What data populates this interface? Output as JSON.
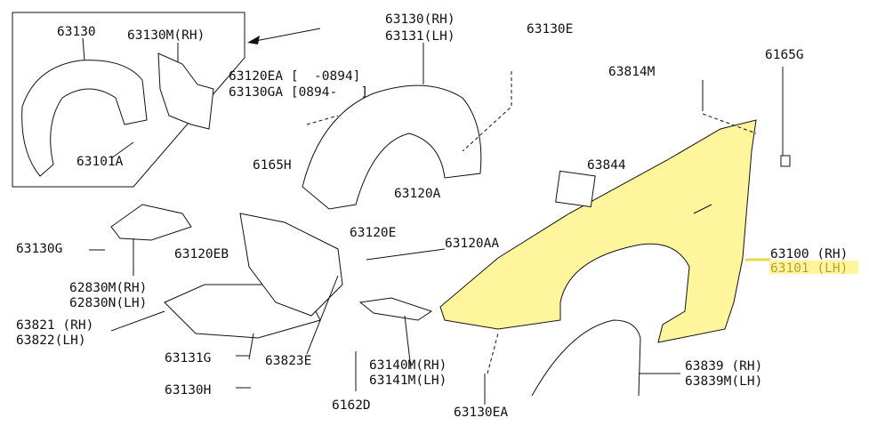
{
  "colors": {
    "highlight": "#fff59d",
    "highlight_text": "#b8a030",
    "line": "#111111"
  },
  "inset": {
    "labels": {
      "p63130": "63130",
      "p63130m": "63130M(RH)",
      "p63101a": "63101A"
    }
  },
  "labels": {
    "p63130_rh": "63130(RH)",
    "p63131_lh": "63131(LH)",
    "p63130e": "63130E",
    "p63120ea": "63120EA [  -0894]",
    "p63130ga": "63130GA [0894-   ]",
    "p63814m": "63814M",
    "p6165g": "6165G",
    "p6165h": "6165H",
    "p63844": "63844",
    "p63120a": "63120A",
    "p63120e": "63120E",
    "p63130g": "63130G",
    "p63120eb": "63120EB",
    "p63120aa": "63120AA",
    "p63100_rh": "63100 (RH)",
    "p63101_lh": "63101 (LH)",
    "p62830m": "62830M(RH)",
    "p62830n": "62830N(LH)",
    "p63821": "63821 (RH)",
    "p63822": "63822(LH)",
    "p63823e": "63823E",
    "p63131g": "63131G",
    "p63140m": "63140M(RH)",
    "p63141m": "63141M(LH)",
    "p63839": "63839 (RH)",
    "p63839m": "63839M(LH)",
    "p63130h": "63130H",
    "p6162d": "6162D",
    "p63130ea": "63130EA"
  }
}
